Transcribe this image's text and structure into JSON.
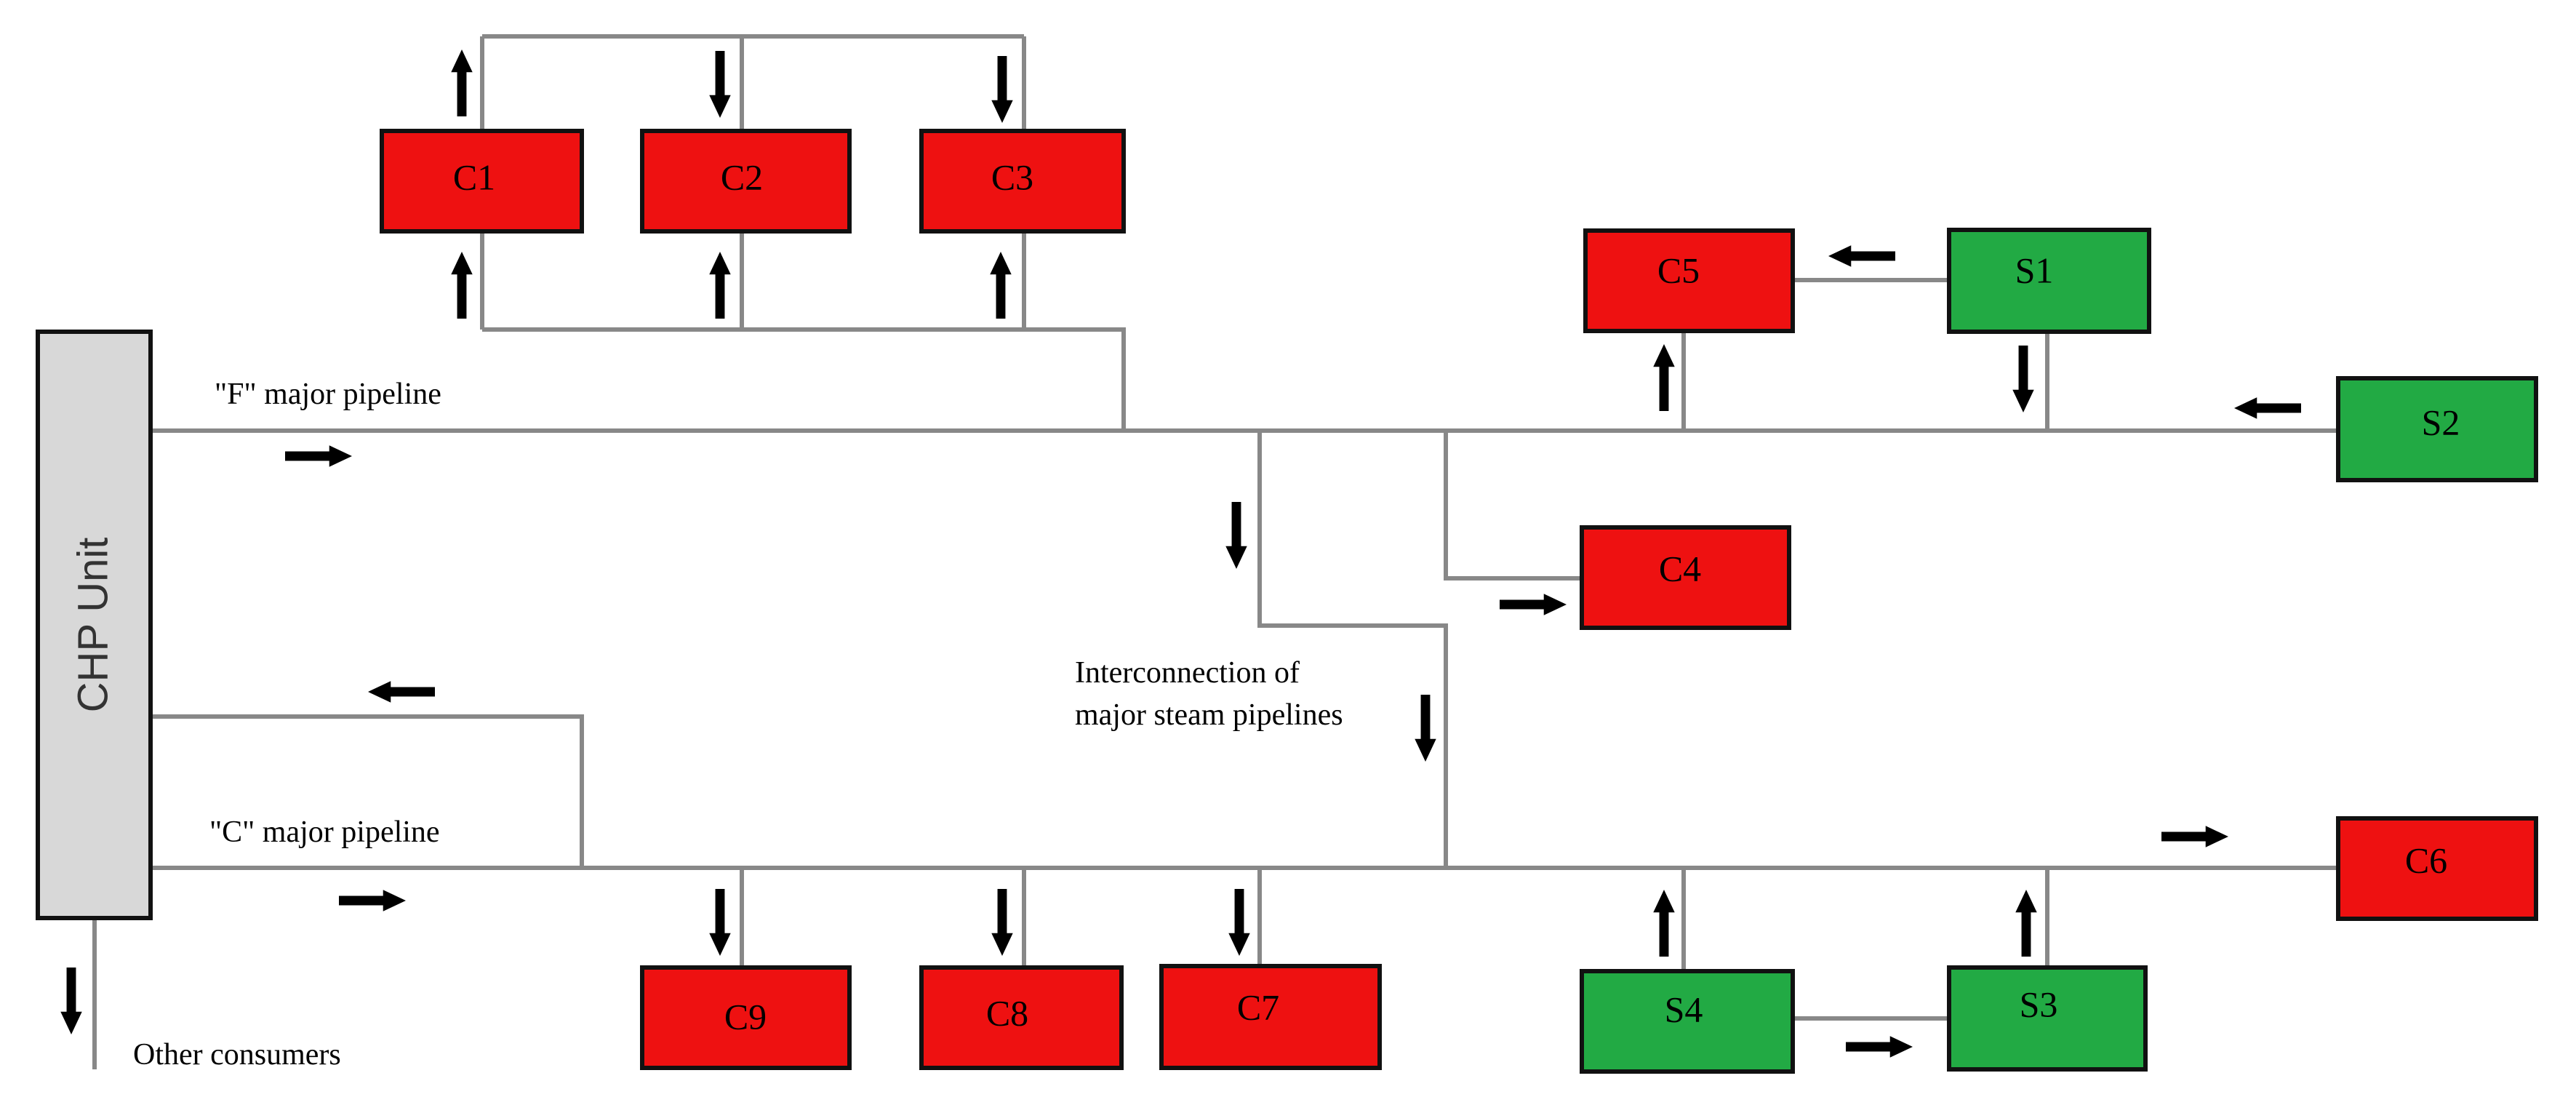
{
  "colors": {
    "consumer": "#ee1111",
    "supplier": "#22aa44",
    "chp": "#d8d8d8",
    "pipe": "#888888",
    "arrow": "#000000"
  },
  "chp_unit": {
    "label": "CHP Unit"
  },
  "consumers": [
    {
      "id": "c1",
      "label": "C1"
    },
    {
      "id": "c2",
      "label": "C2"
    },
    {
      "id": "c3",
      "label": "C3"
    },
    {
      "id": "c4",
      "label": "C4"
    },
    {
      "id": "c5",
      "label": "C5"
    },
    {
      "id": "c6",
      "label": "C6"
    },
    {
      "id": "c7",
      "label": "C7"
    },
    {
      "id": "c8",
      "label": "C8"
    },
    {
      "id": "c9",
      "label": "C9"
    }
  ],
  "suppliers": [
    {
      "id": "s1",
      "label": "S1"
    },
    {
      "id": "s2",
      "label": "S2"
    },
    {
      "id": "s3",
      "label": "S3"
    },
    {
      "id": "s4",
      "label": "S4"
    }
  ],
  "labels": {
    "f_pipeline": "\"F\" major pipeline",
    "c_pipeline": "\"C\" major pipeline",
    "interconnection_line1": "Interconnection of",
    "interconnection_line2": "major steam pipelines",
    "other_consumers": "Other consumers"
  }
}
